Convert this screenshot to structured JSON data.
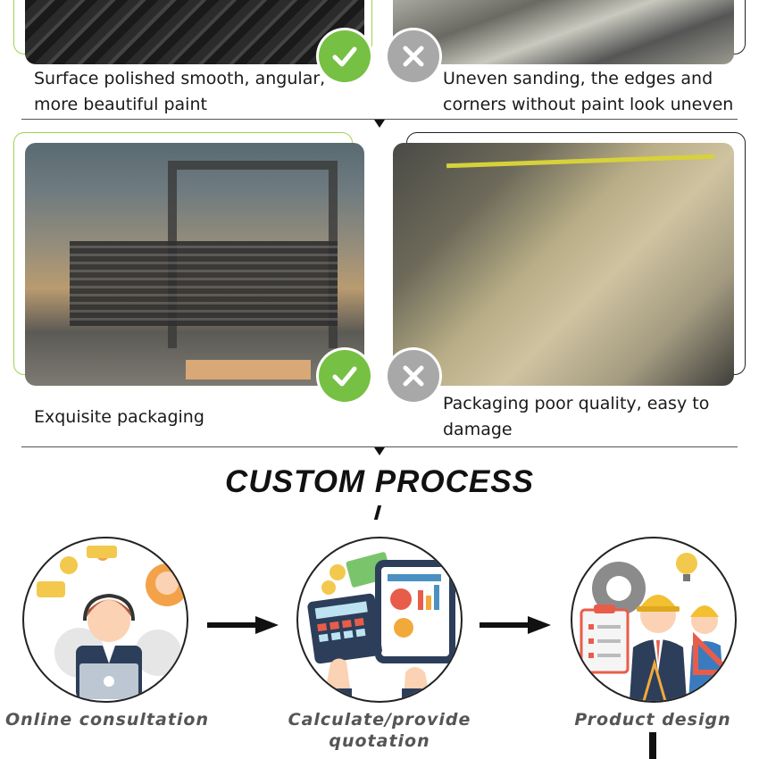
{
  "comparison": {
    "row1": {
      "good_caption_line1": "Surface polished smooth, angular,",
      "good_caption_line2": "more beautiful paint",
      "bad_caption_line1": "Uneven sanding, the edges and",
      "bad_caption_line2": "corners without paint look uneven"
    },
    "row2": {
      "good_caption": "Exquisite packaging",
      "bad_caption_line1": "Packaging poor quality, easy to",
      "bad_caption_line2": "damage"
    },
    "icons": {
      "good": "check-icon",
      "bad": "x-icon"
    },
    "colors": {
      "good_green": "#76c043",
      "bad_gray": "#a8a8a8",
      "good_frame": "#9fd34a"
    }
  },
  "process": {
    "title": "CUSTOM PROCESS",
    "steps": [
      {
        "label": "Online consultation",
        "icon": "customer-service-icon"
      },
      {
        "label_line1": "Calculate/provide",
        "label_line2": "quotation",
        "icon": "calculator-icon"
      },
      {
        "label": "Product design",
        "icon": "engineers-icon"
      }
    ]
  }
}
